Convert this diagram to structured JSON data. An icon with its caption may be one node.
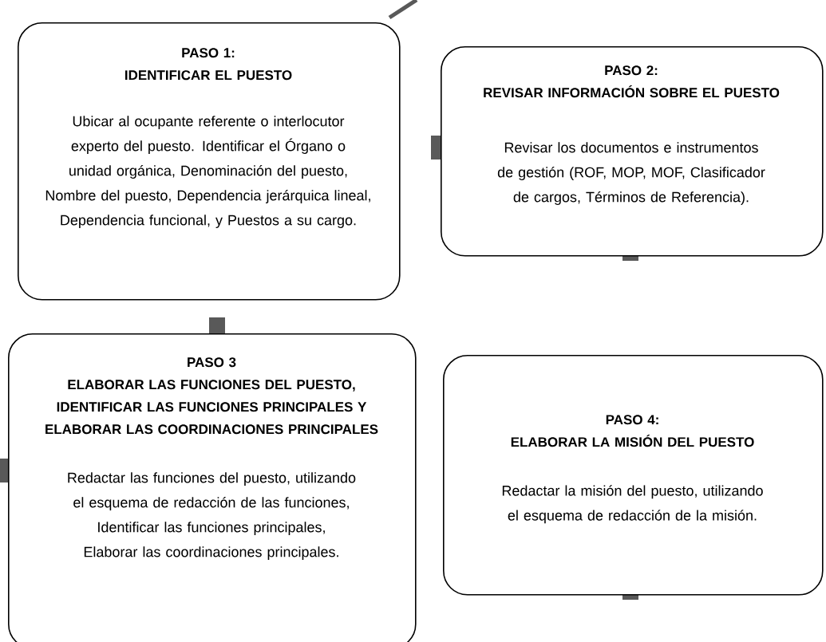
{
  "diagram": {
    "nodes": [
      {
        "text": [
          "PASO 1:",
          "IDENTIFICAR EL PUESTO",
          "Ubicar al ocupante referente o interlocutor experto del puesto. Identificar el Órgano o unidad orgánica, Denominación del puesto, Nombre del puesto, Dependencia jerárquica lineal, Dependencia funcional, y Puestos a su cargo."
        ]
      },
      {
        "text": [
          "PASO 2:",
          "REVISAR INFORMACIÓN SOBRE EL PUESTO",
          "Revisar los documentos e instrumentos de gestión (ROF, MOP, MOF, Clasificador de cargos, Términos de Referencia)."
        ]
      },
      {
        "text": [
          "PASO 3",
          "ELABORAR LAS FUNCIONES DEL PUESTO, IDENTIFICAR LAS FUNCIONES PRINCIPALES Y ELABORAR LAS COORDINACIONES PRINCIPALES",
          "Redactar las funciones del puesto, utilizando el esquema de redacción de las funciones, Identificar las funciones principales, Elaborar las coordinaciones principales."
        ]
      },
      {
        "text": [
          "PASO 4:",
          "ELABORAR LA MISIÓN DEL PUESTO",
          "Redactar la misión del puesto, utilizando el esquema de redacción de la misión."
        ]
      }
    ]
  }
}
